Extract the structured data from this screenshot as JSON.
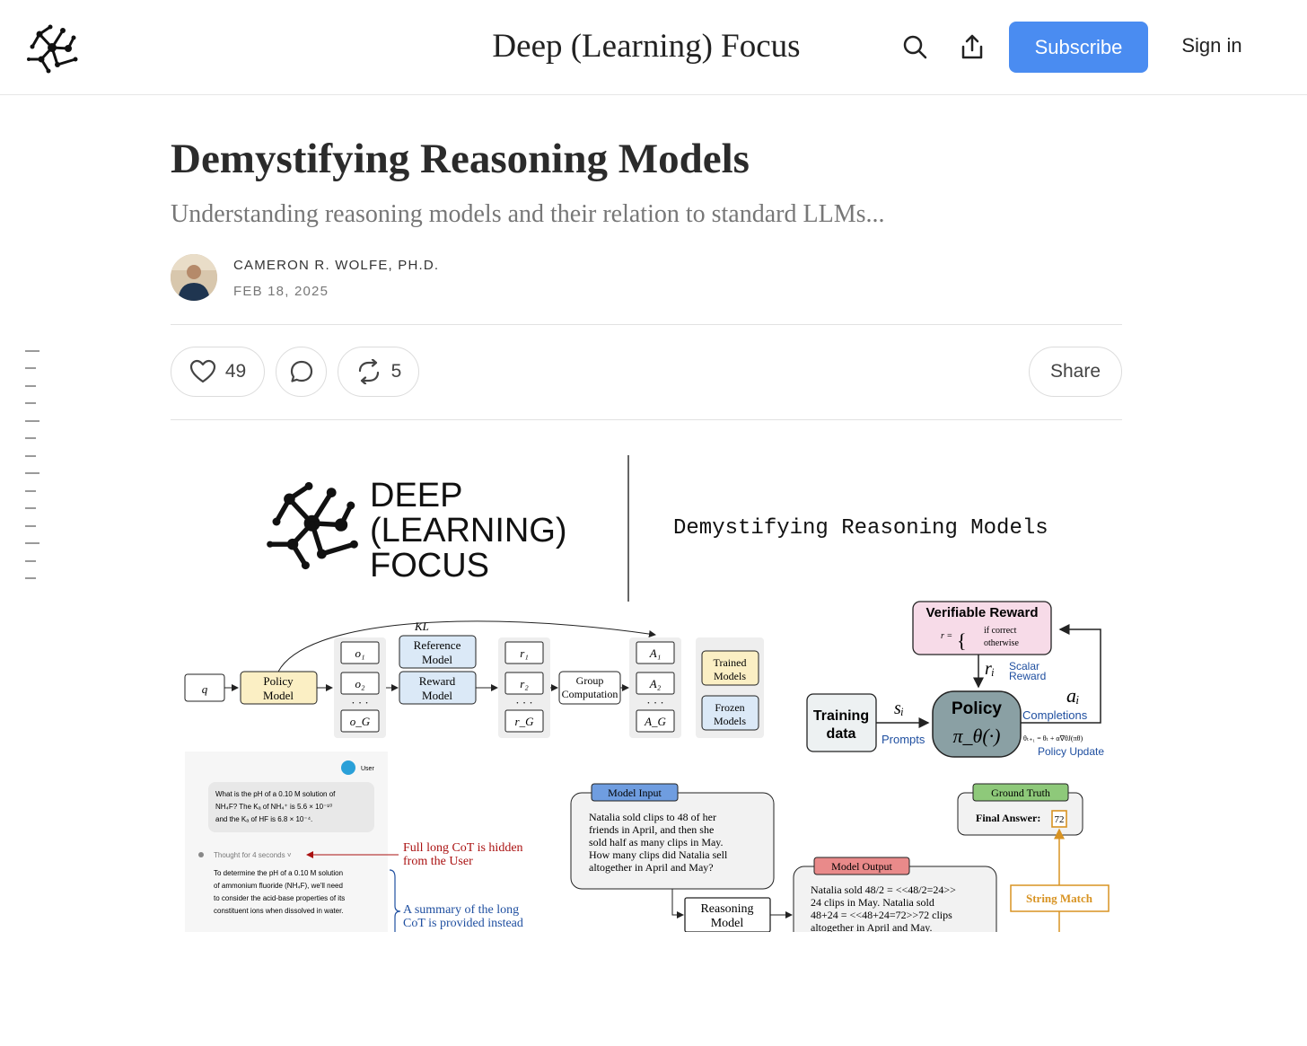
{
  "site": {
    "name": "Deep (Learning) Focus"
  },
  "header": {
    "subscribe_label": "Subscribe",
    "signin_label": "Sign in",
    "search_icon": "search-icon",
    "share_icon": "share-upload-icon"
  },
  "post": {
    "title": "Demystifying Reasoning Models",
    "subtitle": "Understanding reasoning models and their relation to standard LLMs...",
    "author": "CAMERON R. WOLFE, PH.D.",
    "date": "FEB 18, 2025"
  },
  "actions": {
    "likes": "49",
    "restacks": "5",
    "share_label": "Share"
  },
  "hero": {
    "logo_lines": [
      "DEEP",
      "(LEARNING)",
      "FOCUS"
    ],
    "banner_title": "Demystifying Reasoning Models",
    "grpo": {
      "q": "q",
      "policy": [
        "Policy",
        "Model"
      ],
      "kl": "KL",
      "outputs": [
        "o₁",
        "o₂",
        "o_G"
      ],
      "reference": [
        "Reference",
        "Model"
      ],
      "reward": [
        "Reward",
        "Model"
      ],
      "rewards": [
        "r₁",
        "r₂",
        "r_G"
      ],
      "group": [
        "Group",
        "Computation"
      ],
      "advantages": [
        "A₁",
        "A₂",
        "A_G"
      ],
      "legend_trained": [
        "Trained",
        "Models"
      ],
      "legend_frozen": [
        "Frozen",
        "Models"
      ],
      "dots": "· · ·"
    },
    "rl": {
      "verifiable_reward": "Verifiable Reward",
      "reward_case1": "if correct",
      "reward_case2": "otherwise",
      "training": [
        "Training",
        "data"
      ],
      "prompts": "Prompts",
      "si": "sᵢ",
      "policy": "Policy",
      "pi": "π_θ(·)",
      "ri": "rᵢ",
      "scalar": [
        "Scalar",
        "Reward"
      ],
      "ai": "aᵢ",
      "completions": "Completions",
      "policy_update": "Policy Update",
      "update_formula": "θₜ₊₁ = θₜ + α∇θJ(πθ)"
    },
    "chat": {
      "user": "User",
      "question": [
        "What is the pH of a 0.10 M solution of",
        "NH₄F? The Kₐ of NH₄⁺ is 5.6 × 10⁻¹⁰",
        "and the Kₐ of HF is 6.8 × 10⁻⁴."
      ],
      "thought": "Thought for 4 seconds ˅",
      "answer": [
        "To determine the pH of a 0.10 M solution",
        "of ammonium fluoride (NH₄F), we'll need",
        "to consider the acid-base properties of its",
        "constituent ions when dissolved in water."
      ],
      "note1": [
        "Full long CoT is hidden",
        "from the User"
      ],
      "note2": [
        "A summary of the long",
        "CoT is provided instead"
      ]
    },
    "gsm": {
      "input_tag": "Model Input",
      "input_text": [
        "Natalia sold clips to 48 of her",
        "friends in April, and then she",
        "sold half as many clips in May.",
        "How many clips did Natalia sell",
        "altogether in April and May?"
      ],
      "reasoning": [
        "Reasoning",
        "Model"
      ],
      "output_tag": "Model Output",
      "output_text": [
        "Natalia sold 48/2 = <<48/2=24>>",
        "24 clips in May. Natalia sold",
        "48+24 = <<48+24=72>>72 clips",
        "altogether in April and May."
      ],
      "gt_tag": "Ground Truth",
      "final_answer": "Final Answer:",
      "answer_value": "72",
      "string_match": "String Match"
    }
  },
  "colors": {
    "accent": "#4a8cf1",
    "trained": "#fbefc4",
    "frozen": "#dbe9f7",
    "reward_pink": "#f7dbe8",
    "policy_gray": "#8aa0a4"
  }
}
